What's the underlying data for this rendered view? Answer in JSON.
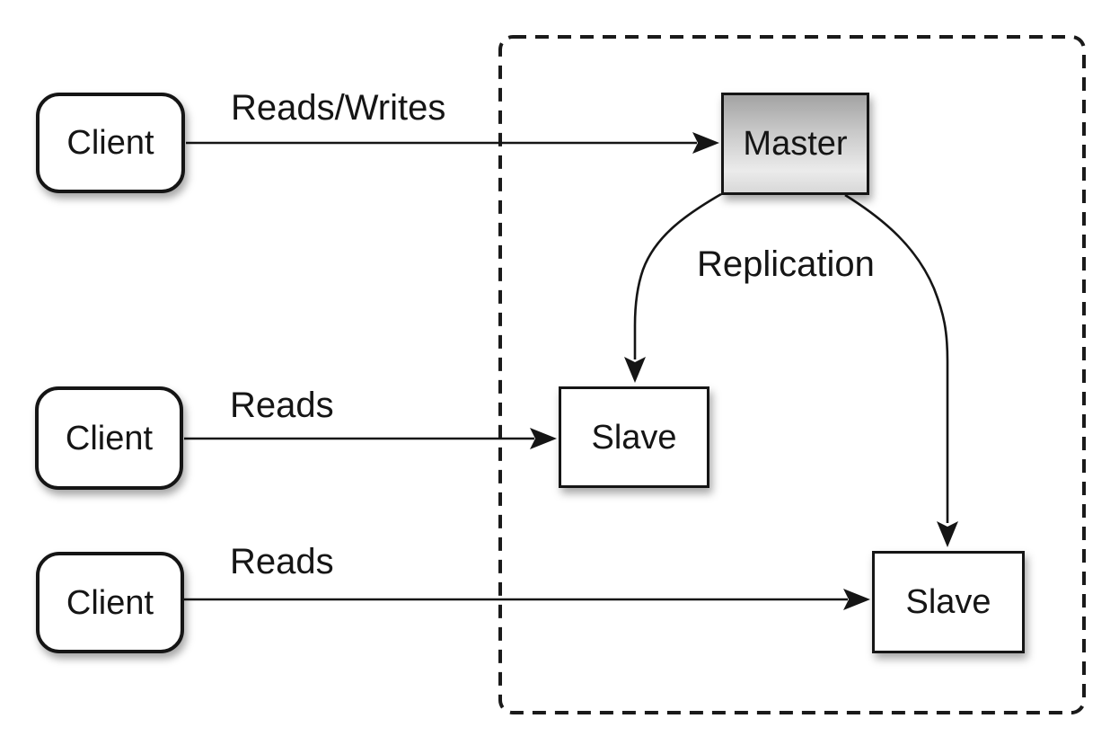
{
  "nodes": {
    "clients": [
      {
        "label": "Client"
      },
      {
        "label": "Client"
      },
      {
        "label": "Client"
      }
    ],
    "master": {
      "label": "Master"
    },
    "slaves": [
      {
        "label": "Slave"
      },
      {
        "label": "Slave"
      }
    ]
  },
  "edges": {
    "reads_writes": {
      "label": "Reads/Writes",
      "from": "client-1",
      "to": "master"
    },
    "reads_slave1": {
      "label": "Reads",
      "from": "client-2",
      "to": "slave-1"
    },
    "reads_slave2": {
      "label": "Reads",
      "from": "client-3",
      "to": "slave-2"
    },
    "replication": {
      "label": "Replication",
      "from": "master",
      "to_list": "slave-1, slave-2"
    }
  },
  "colors": {
    "background": "#ffffff",
    "line": "#151515",
    "text": "#151515",
    "node_fill": "#ffffff",
    "master_fill_top": "#a3a3a3",
    "master_fill_bottom": "#d8d8d8"
  }
}
